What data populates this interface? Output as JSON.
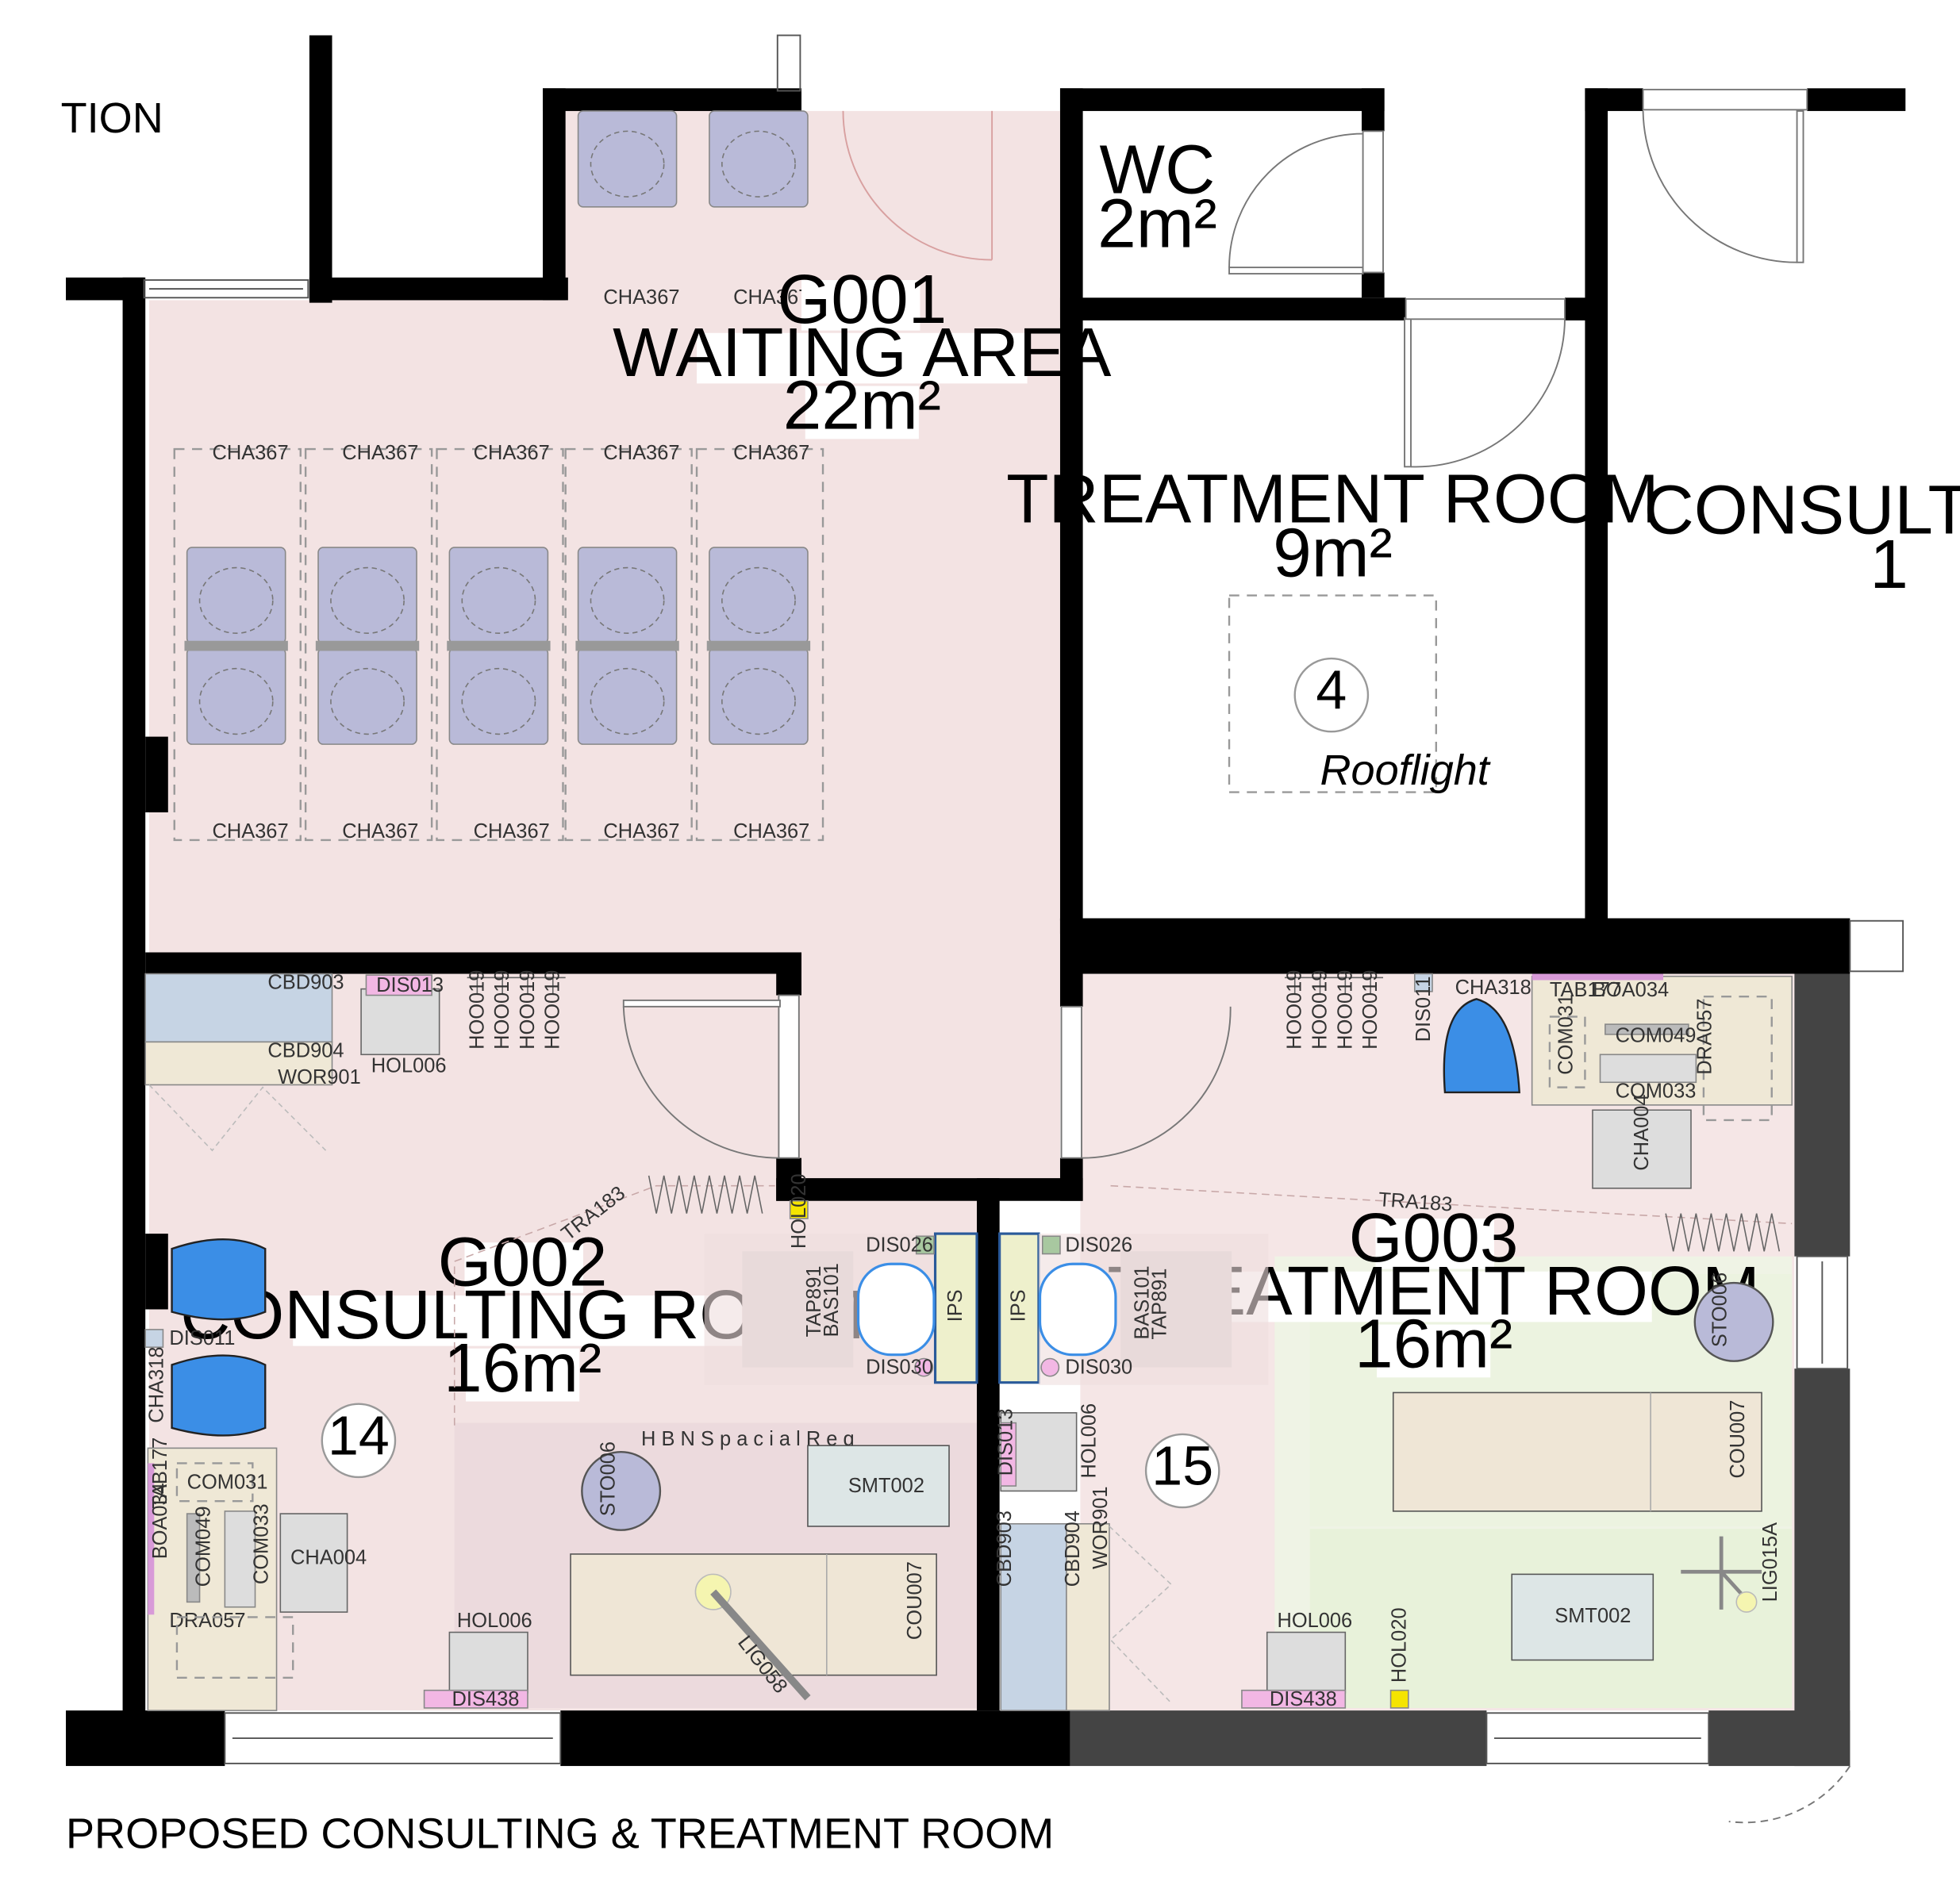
{
  "partial_label_topleft": "TION",
  "partial_label_right": "CONSULT",
  "partial_label_right_2": "1",
  "caption": "PROPOSED CONSULTING & TREATMENT ROOM",
  "rooms": {
    "wc": {
      "name": "WC",
      "area": "2m²"
    },
    "g001": {
      "code": "G001",
      "name": "WAITING AREA",
      "area": "22m²"
    },
    "treatment_small": {
      "name": "TREATMENT ROOM",
      "area": "9m²",
      "marker": "4",
      "note": "Rooflight"
    },
    "g002": {
      "code": "G002",
      "name": "CONSULTING ROOM",
      "area": "16m²",
      "marker": "14"
    },
    "g003": {
      "code": "G003",
      "name": "TREATMENT ROOM",
      "area": "16m²",
      "marker": "15"
    }
  },
  "labels": {
    "cha367": "CHA367",
    "cha318": "CHA318",
    "cha004": "CHA004",
    "cbd903": "CBD903",
    "cbd904": "CBD904",
    "wor901": "WOR901",
    "dis013": "DIS013",
    "dis011": "DIS011",
    "dis026": "DIS026",
    "dis030": "DIS030",
    "dis438": "DIS438",
    "hol006": "HOL006",
    "hol020": "HOL020",
    "hoo019": "HOO019",
    "tra183": "TRA183",
    "tap891": "TAP891",
    "bas101": "BAS101",
    "ips": "IPS",
    "tab177": "TAB177",
    "boa034": "BOA034",
    "com031": "COM031",
    "com033": "COM033",
    "com049": "COM049",
    "dra057": "DRA057",
    "sto006": "STO006",
    "smt002": "SMT002",
    "cou007": "COU007",
    "lig058": "LIG058",
    "lig015a": "LIG015A",
    "hbn": "H B N   S p a c i a l   R e q"
  },
  "colors": {
    "wall": "#000000",
    "wall_grey": "#444444",
    "room_pink": "#f3e3e3",
    "room_pink_light": "#f5eaea",
    "treatment_green": "#e9f4e2",
    "chair_lavender": "#b9bad8",
    "chair_blue": "#3b8ee6",
    "cupboard_blue": "#c6d4e4",
    "worktop_beige": "#efe8d6",
    "sink_yellow": "#eef0cc",
    "dispenser_pink": "#f2b7e4",
    "holder_yellow": "#f5e400"
  }
}
